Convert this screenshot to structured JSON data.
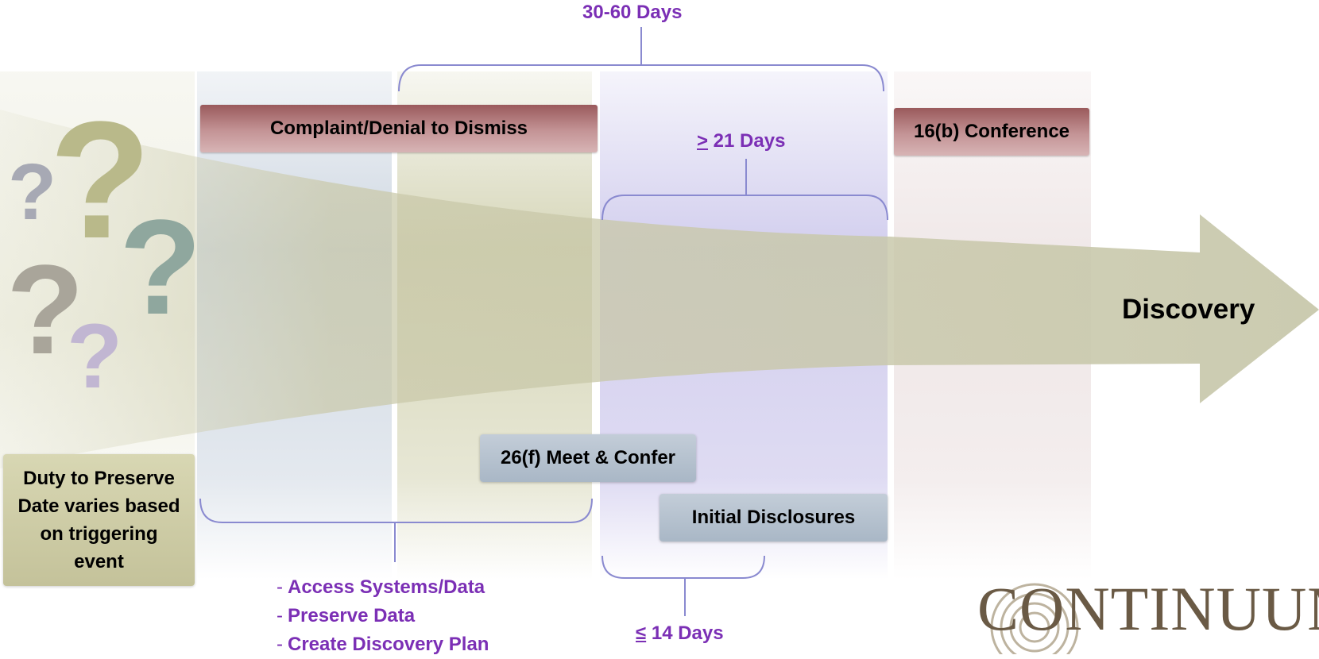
{
  "labels": {
    "days_30_60": "30-60 Days",
    "days_21_symbol": ">",
    "days_21_text": " 21 Days",
    "days_14_symbol": "≤",
    "days_14_text": " 14 Days"
  },
  "boxes": {
    "complaint": "Complaint/Denial to Dismiss",
    "conference_16b": "16(b) Conference",
    "meet_confer_26f": "26(f) Meet & Confer",
    "initial_disclosures": "Initial Disclosures",
    "duty_line1": "Duty to Preserve",
    "duty_line2": "Date varies based",
    "duty_line3": "on triggering",
    "duty_line4": "event"
  },
  "tasks": [
    "Access Systems/Data",
    "Preserve Data",
    "Create Discovery Plan"
  ],
  "arrow_label": "Discovery",
  "logo": {
    "text": "CONTINUUM"
  },
  "question_marks": "?",
  "colors": {
    "purple_text": "#7b2fb5",
    "bracket": "#8a8ad0",
    "arrow_fill": "#c8c8a8",
    "maroon": "#9a5a5c"
  }
}
